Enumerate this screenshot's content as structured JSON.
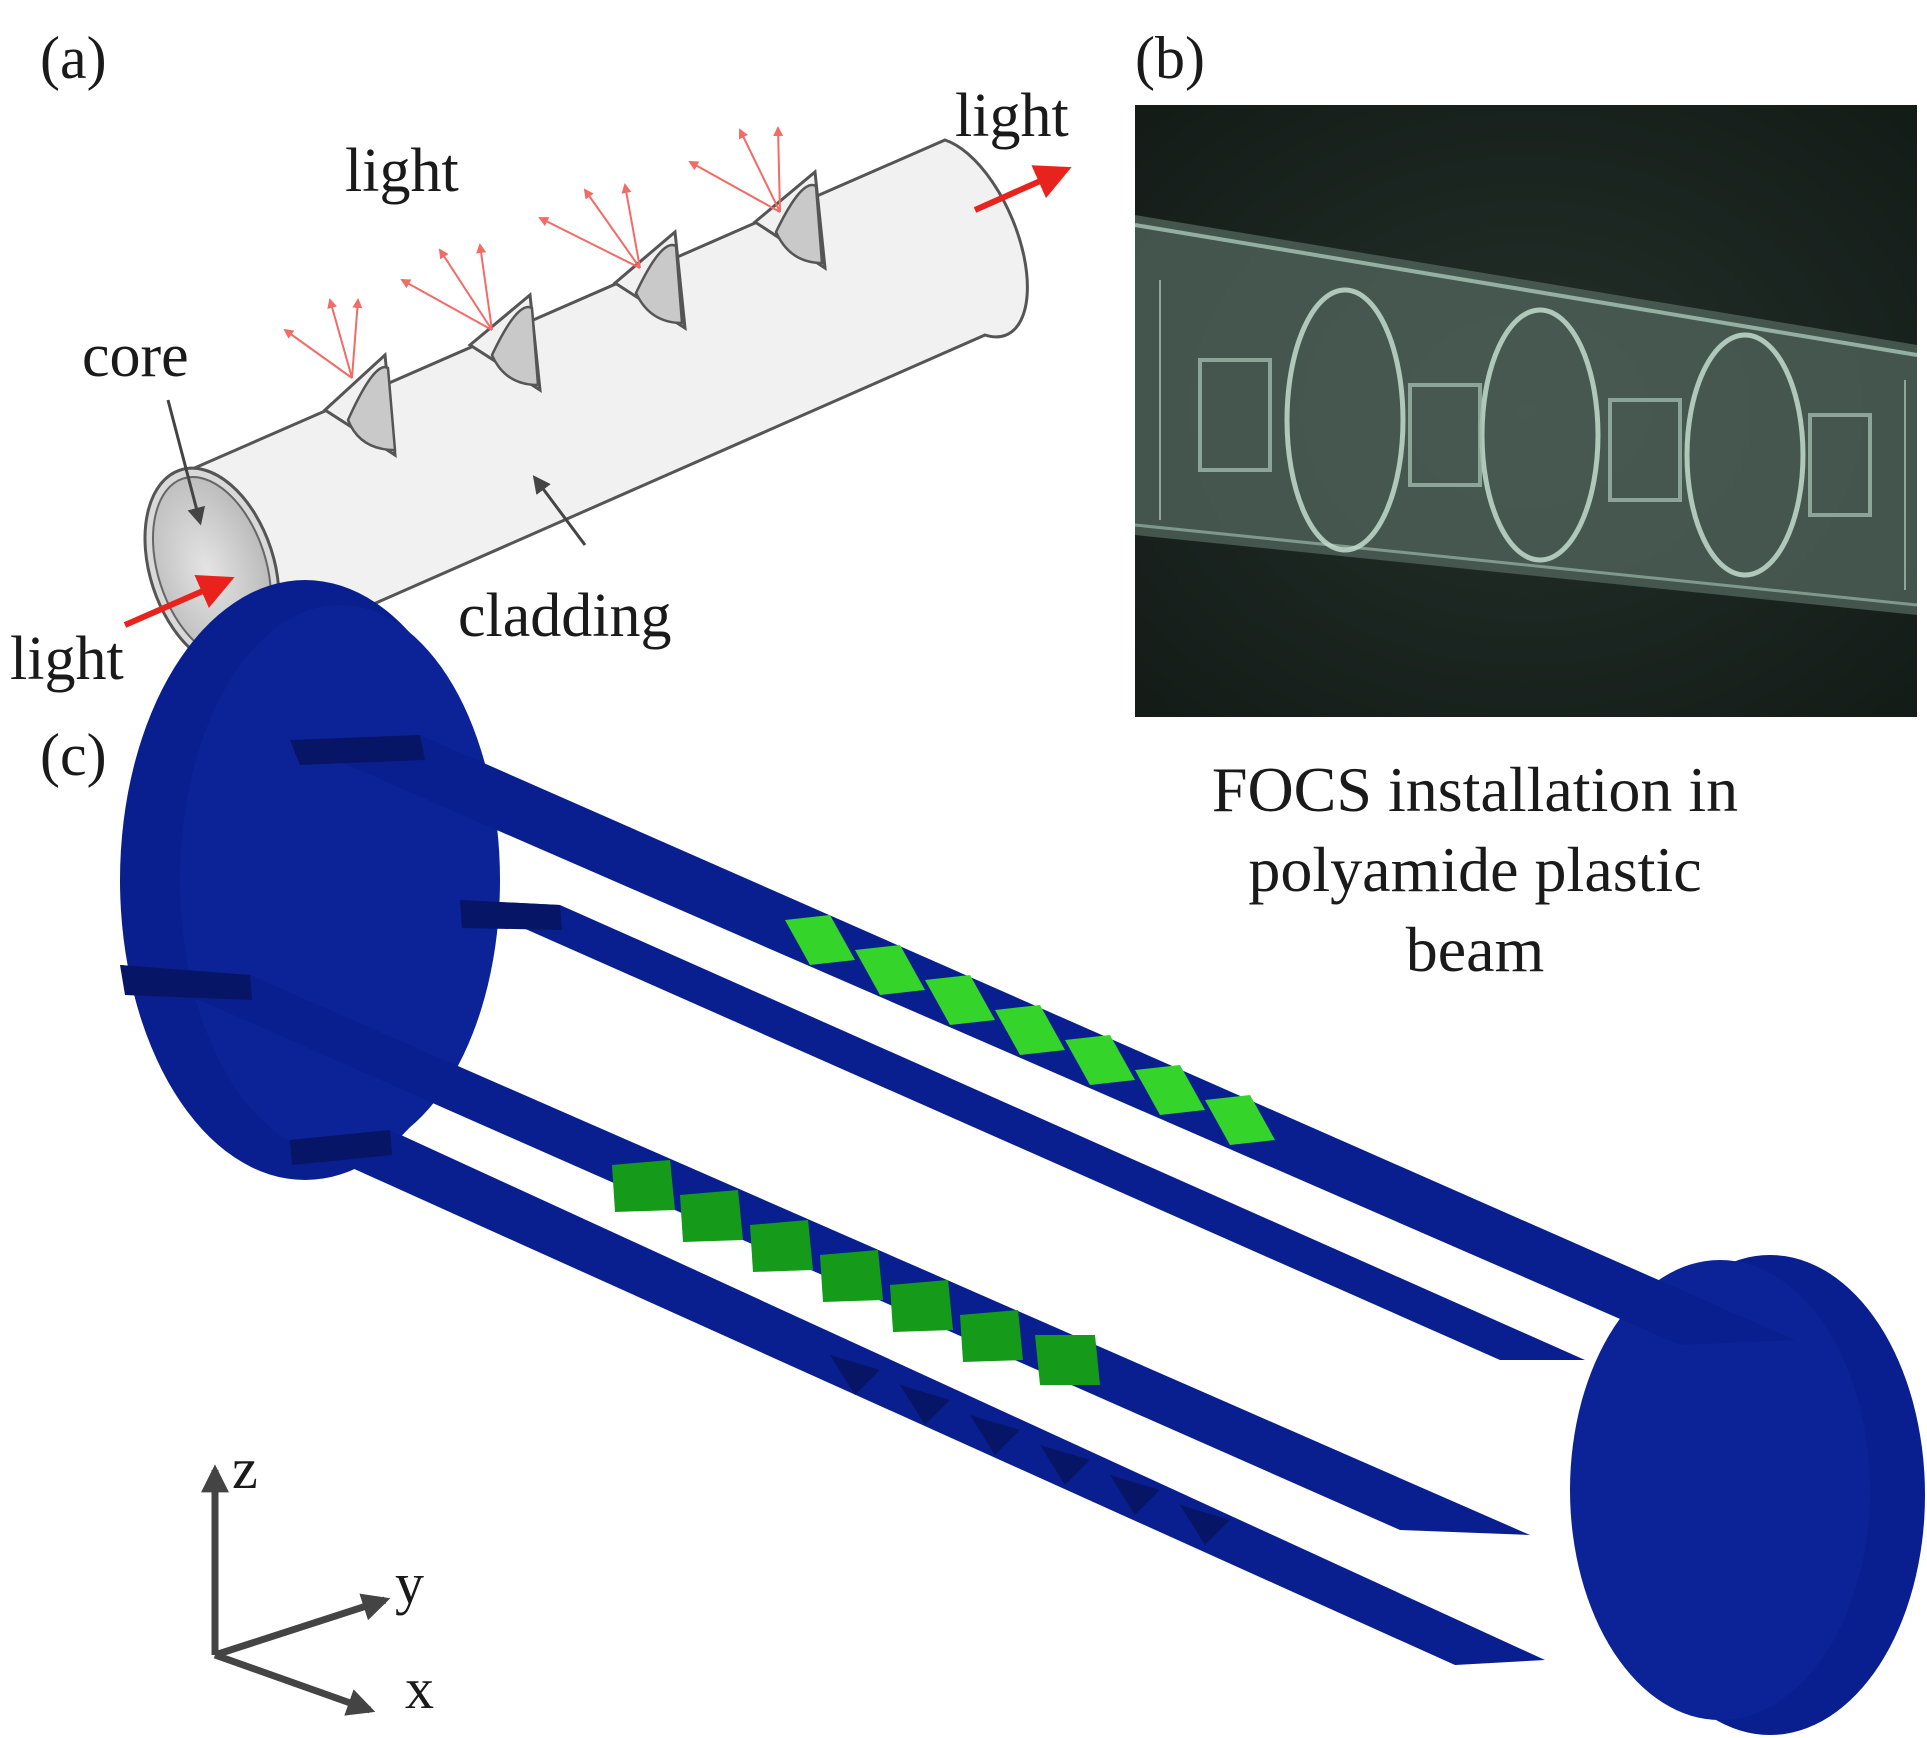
{
  "panels": {
    "a": {
      "tag": "(a)",
      "labels": {
        "light_top": "light",
        "light_right": "light",
        "light_left": "light",
        "core": "core",
        "cladding": "cladding"
      },
      "colors": {
        "fiber_fill": "#f1f1f1",
        "fiber_stroke": "#555555",
        "notch_fill": "#c9c9c9",
        "light_arrow": "#e8231e"
      }
    },
    "b": {
      "tag": "(b)",
      "caption": [
        "FOCS installation in",
        "polyamide plastic",
        "beam"
      ],
      "colors": {
        "background": "#1c2621",
        "fiber": "#a9c6b7"
      }
    },
    "c": {
      "tag": "(c)",
      "axes": {
        "z": "z",
        "y": "y",
        "x": "x"
      },
      "colors": {
        "beam": "#0a1f8f",
        "beam_dark": "#061565",
        "sensor_light": "#35d42b",
        "sensor_dark": "#169a1a"
      }
    }
  }
}
